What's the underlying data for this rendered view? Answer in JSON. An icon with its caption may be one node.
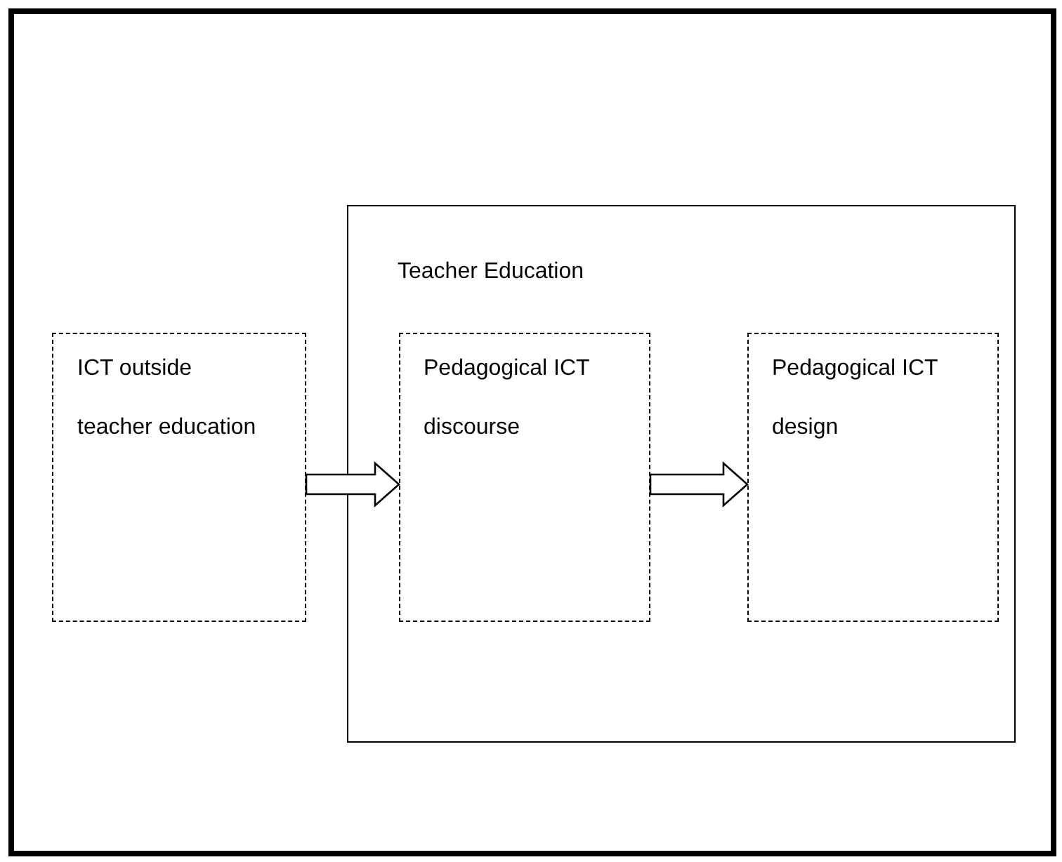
{
  "diagram": {
    "nodes": [
      {
        "text": [
          "Teacher Education"
        ]
      },
      {
        "text": [
          "ICT outside teacher education"
        ]
      },
      {
        "text": [
          "Pedagogical ICT discourse"
        ],
        "in": 0
      },
      {
        "text": [
          "Pedagogical ICT design"
        ],
        "in": 0
      }
    ],
    "edges": [
      {
        "from": 1,
        "to": 2,
        "arrow": "to"
      },
      {
        "from": 2,
        "to": 3,
        "arrow": "to"
      }
    ]
  }
}
